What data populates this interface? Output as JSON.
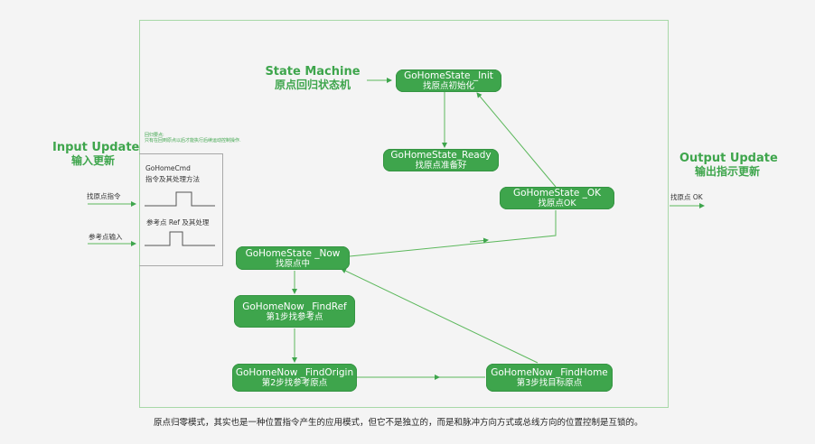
{
  "headings": {
    "input": {
      "en": "Input Update",
      "zh": "输入更新"
    },
    "output": {
      "en": "Output Update",
      "zh": "输出指示更新"
    },
    "state_machine": {
      "en": "State Machine",
      "zh": "原点回归状态机"
    }
  },
  "nodes": {
    "init": {
      "line1": "GoHomeState _Init",
      "line2": "找原点初始化"
    },
    "ready": {
      "line1": "GoHomeState_Ready",
      "line2": "找原点准备好"
    },
    "ok": {
      "line1": "GoHomeState _OK",
      "line2": "找原点OK"
    },
    "now": {
      "line1": "GoHomeState _Now",
      "line2": "找原点中"
    },
    "find_ref": {
      "line1": "GoHomeNow _FindRef",
      "line2": "第1步找参考点"
    },
    "find_origin": {
      "line1": "GoHomeNow _FindOrigin",
      "line2": "第2步找参考原点"
    },
    "find_home": {
      "line1": "GoHomeNow _FindHome",
      "line2": "第3步找目标原点"
    }
  },
  "inputs": {
    "note_line1": "回归要点:",
    "note_line2": "只有在回到原点以后才能执行后续运动控制操作.",
    "cmd_title": "GoHomeCmd",
    "cmd_desc": "指令及其处理方法",
    "ref_desc": "参考点 Ref 及其处理",
    "signal_cmd": "找原点指令",
    "signal_ref": "参考点输入"
  },
  "outputs": {
    "signal_ok": "找原点 OK"
  },
  "caption": "原点归零模式，其实也是一种位置指令产生的应用模式，但它不是独立的，而是和脉冲方向方式或总线方向的位置控制是互锁的。",
  "colors": {
    "accent": "#3ea54c",
    "line": "#5cb85c",
    "frame": "#a8d8a8"
  }
}
